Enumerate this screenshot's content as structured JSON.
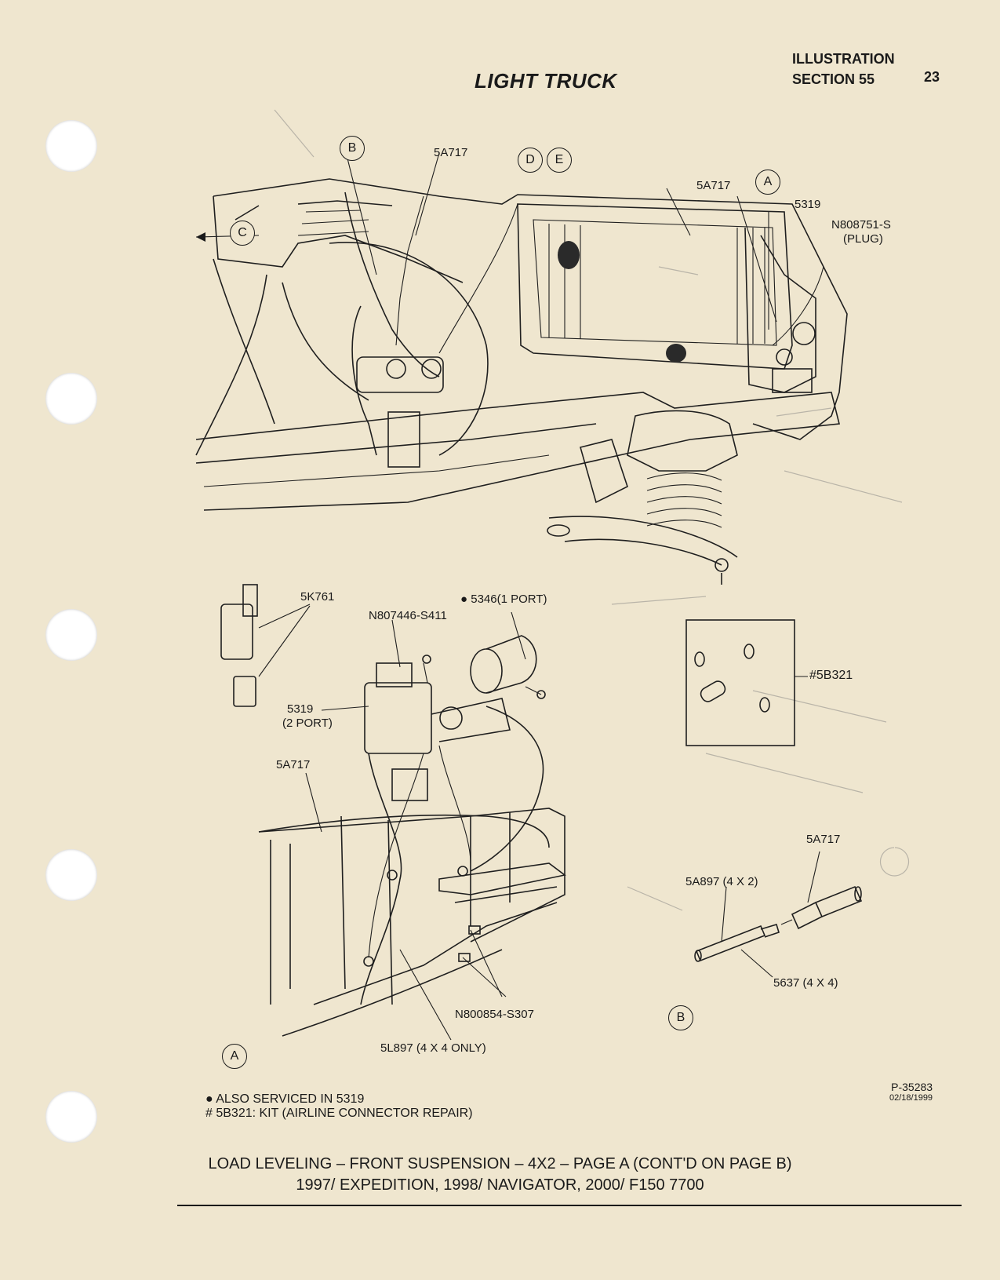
{
  "header": {
    "title": "LIGHT TRUCK",
    "illustration": "ILLUSTRATION",
    "section": "SECTION 55",
    "page_number": "23"
  },
  "callouts": {
    "top": {
      "b": "B",
      "d": "D",
      "e": "E",
      "a": "A",
      "c": "C",
      "p5a717_left": "5A717",
      "p5a717_right": "5A717",
      "p5319": "5319",
      "n808751": "N808751-S",
      "plug": "(PLUG)"
    },
    "detail_a": {
      "p5k761": "5K761",
      "n807446": "N807446-S411",
      "p5346": "● 5346(1 PORT)",
      "p5319": "5319",
      "two_port": "(2 PORT)",
      "p5a717": "5A717",
      "n800854": "N800854-S307",
      "p5l897": "5L897 (4 X 4 ONLY)",
      "circle": "A"
    },
    "kit": {
      "p5b321": "#5B321"
    },
    "detail_b": {
      "p5a717": "5A717",
      "p5a897": "5A897 (4 X 2)",
      "p5637": "5637 (4 X 4)",
      "circle": "B"
    }
  },
  "notes": {
    "also_serviced": "● ALSO SERVICED IN 5319",
    "kit_note": "# 5B321: KIT (AIRLINE CONNECTOR REPAIR)"
  },
  "drawing_number": {
    "id": "P-35283",
    "date": "02/18/1999"
  },
  "caption": {
    "line1": "LOAD LEVELING – FRONT SUSPENSION – 4X2 – PAGE A (CONT'D ON PAGE B)",
    "line2": "1997/ EXPEDITION, 1998/ NAVIGATOR, 2000/ F150 7700"
  },
  "colors": {
    "paper": "#efe6cf",
    "ink": "#1a1a1a"
  }
}
